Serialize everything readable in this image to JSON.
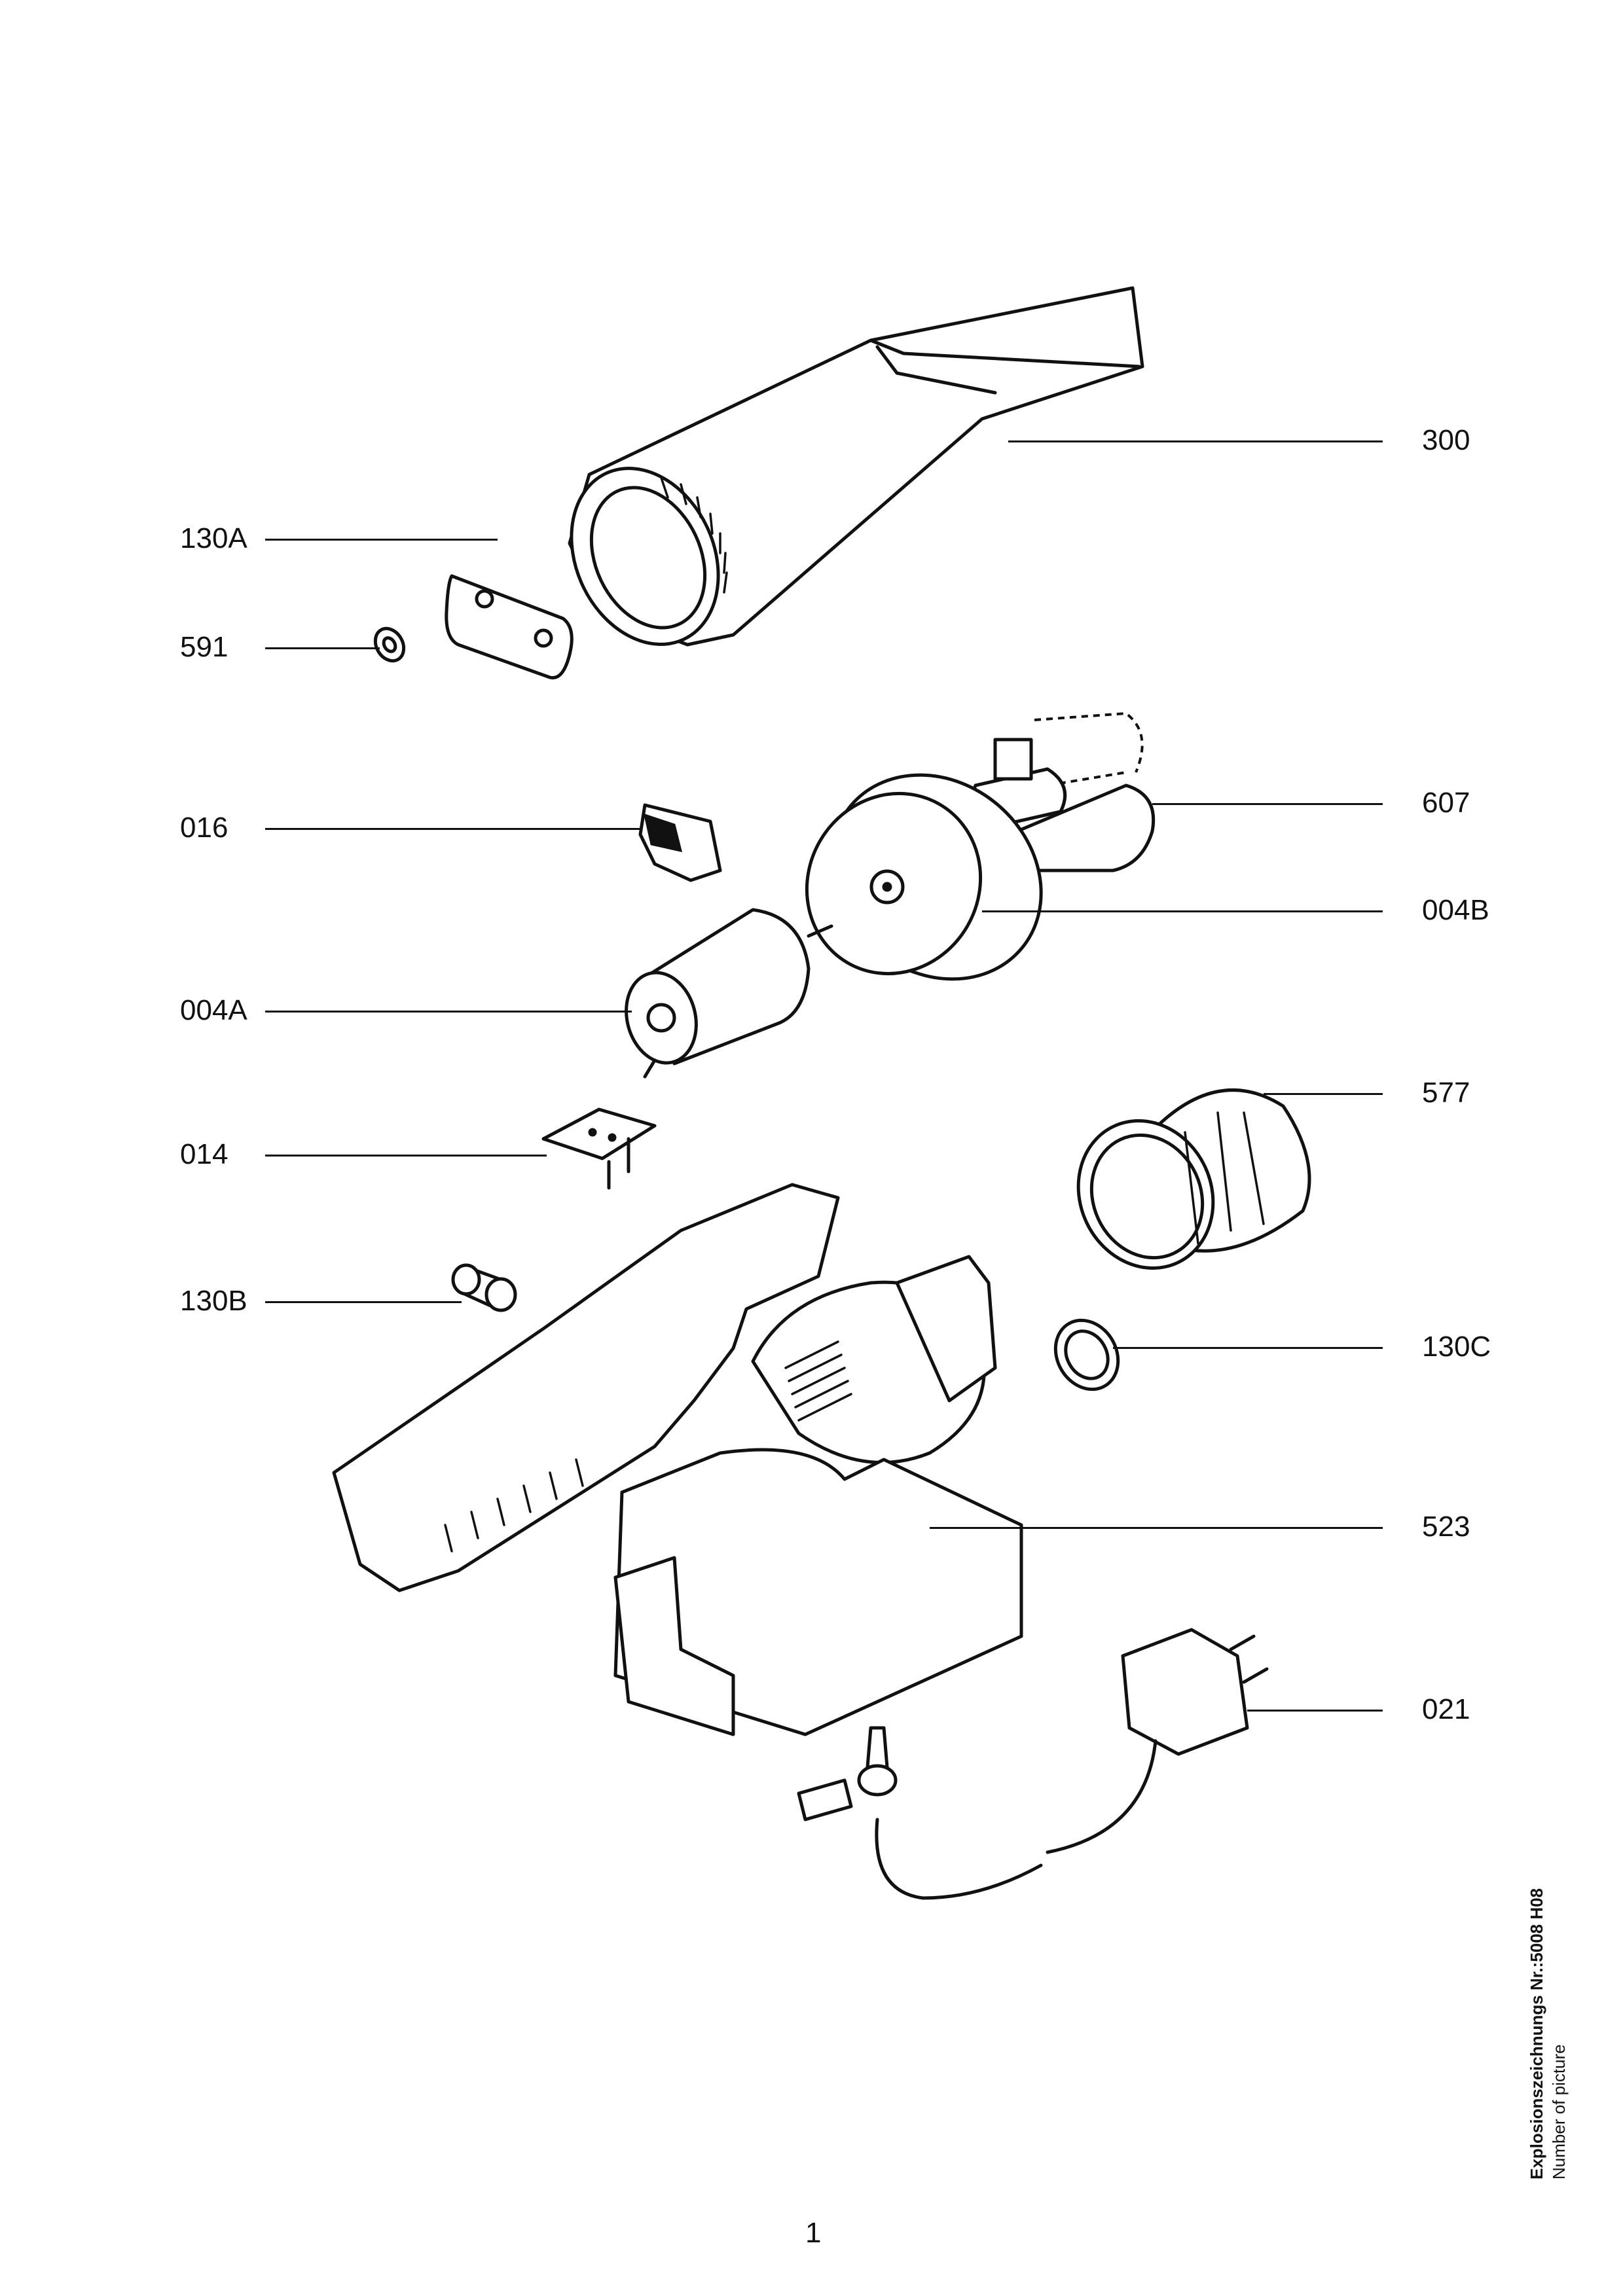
{
  "document": {
    "page_number": "1",
    "caption_line1": "Explosionszeichnungs Nr.:5008 H08",
    "caption_line2": "Number of picture"
  },
  "callouts": [
    {
      "id": "300",
      "text": "300"
    },
    {
      "id": "130A",
      "text": "130A"
    },
    {
      "id": "591",
      "text": "591"
    },
    {
      "id": "607",
      "text": "607"
    },
    {
      "id": "016",
      "text": "016"
    },
    {
      "id": "004B",
      "text": "004B"
    },
    {
      "id": "004A",
      "text": "004A"
    },
    {
      "id": "577",
      "text": "577"
    },
    {
      "id": "014",
      "text": "014"
    },
    {
      "id": "130B",
      "text": "130B"
    },
    {
      "id": "130C",
      "text": "130C"
    },
    {
      "id": "523",
      "text": "523"
    },
    {
      "id": "021",
      "text": "021"
    }
  ]
}
